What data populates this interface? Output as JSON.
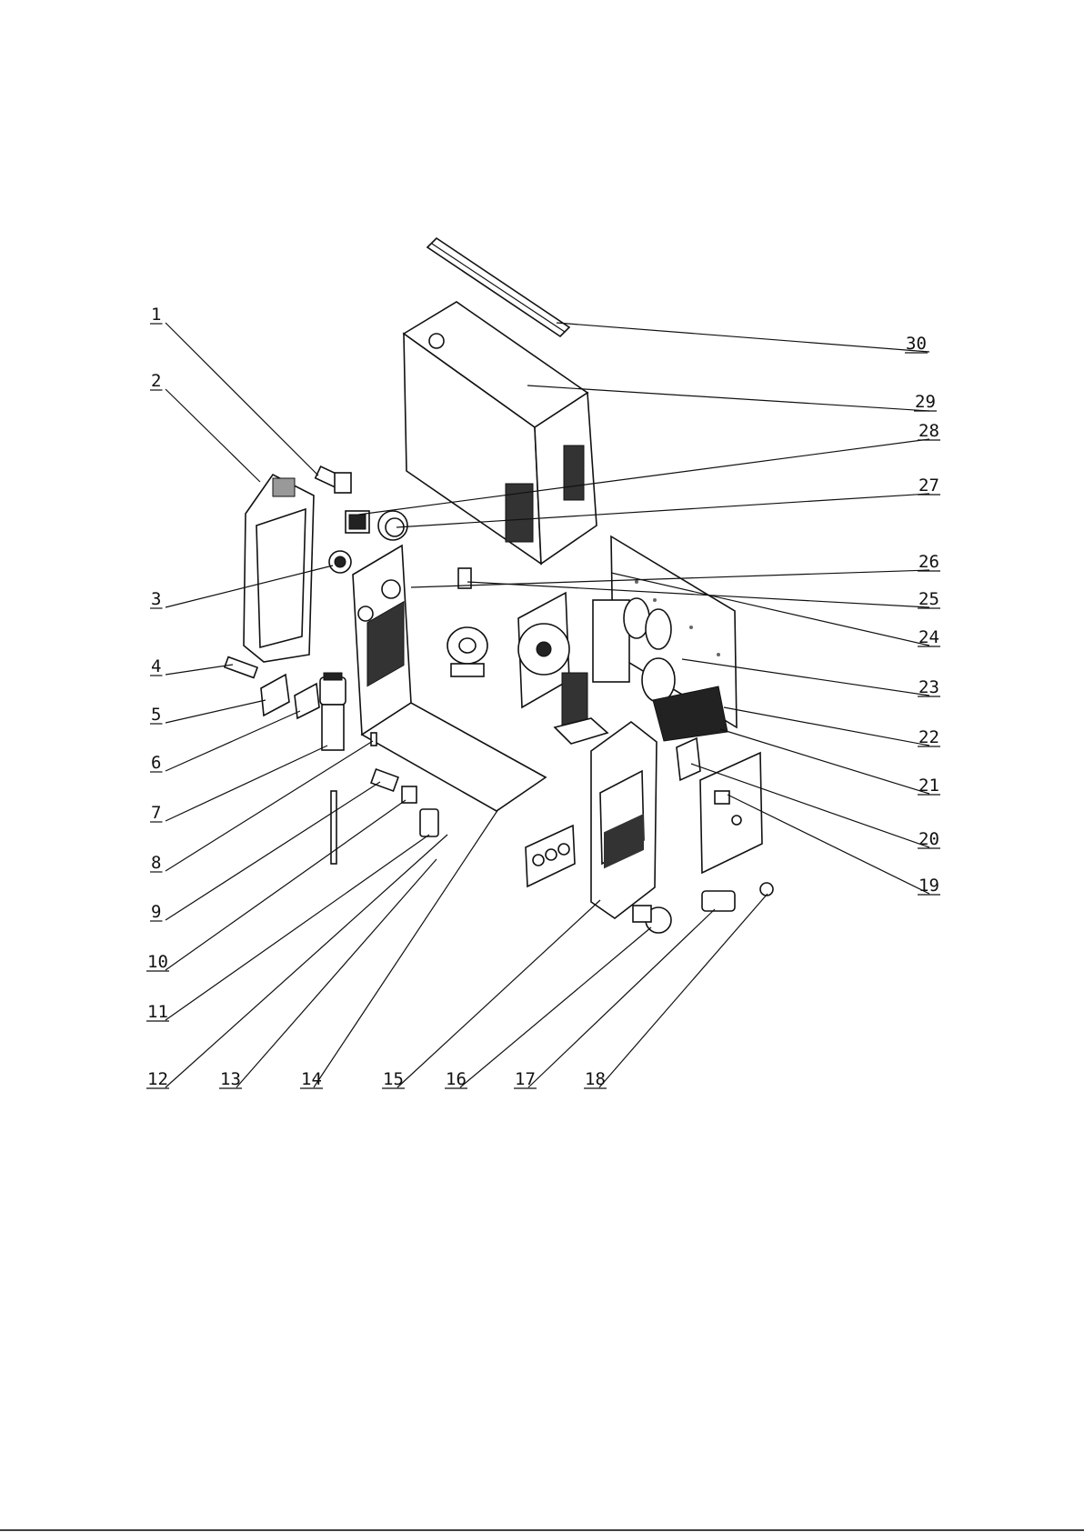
{
  "labels": [
    "1",
    "2",
    "3",
    "4",
    "5",
    "6",
    "7",
    "8",
    "9",
    "10",
    "11",
    "12",
    "13",
    "14",
    "15",
    "16",
    "17",
    "18",
    "19",
    "20",
    "21",
    "22",
    "23",
    "24",
    "25",
    "26",
    "27",
    "28",
    "29",
    "30"
  ],
  "footer": {
    "text": ""
  }
}
